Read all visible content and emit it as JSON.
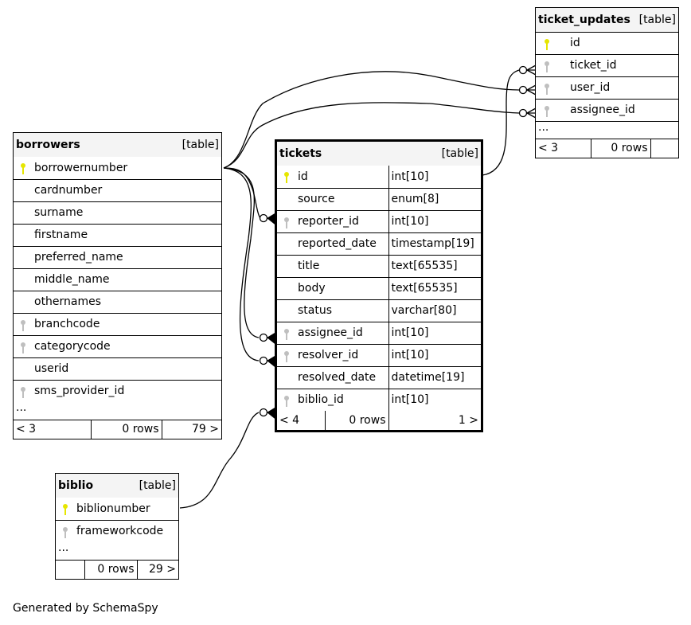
{
  "footer": "Generated by SchemaSpy",
  "colors": {
    "pk_key": "#e6e600",
    "fk_key": "#bfbfbf",
    "header_bg": "#f4f4f4"
  },
  "tables": {
    "ticket_updates": {
      "name": "ticket_updates",
      "kind": "[table]",
      "columns": [
        {
          "name": "id",
          "key": "primary-key"
        },
        {
          "name": "ticket_id",
          "key": "foreign-key"
        },
        {
          "name": "user_id",
          "key": "foreign-key"
        },
        {
          "name": "assignee_id",
          "key": "foreign-key"
        }
      ],
      "ellipsis": "...",
      "footer": {
        "parents": "< 3",
        "rows": "0 rows",
        "children": ""
      }
    },
    "borrowers": {
      "name": "borrowers",
      "kind": "[table]",
      "columns": [
        {
          "name": "borrowernumber",
          "key": "primary-key"
        },
        {
          "name": "cardnumber",
          "key": ""
        },
        {
          "name": "surname",
          "key": ""
        },
        {
          "name": "firstname",
          "key": ""
        },
        {
          "name": "preferred_name",
          "key": ""
        },
        {
          "name": "middle_name",
          "key": ""
        },
        {
          "name": "othernames",
          "key": ""
        },
        {
          "name": "branchcode",
          "key": "foreign-key"
        },
        {
          "name": "categorycode",
          "key": "foreign-key"
        },
        {
          "name": "userid",
          "key": ""
        },
        {
          "name": "sms_provider_id",
          "key": "foreign-key"
        }
      ],
      "ellipsis": "...",
      "footer": {
        "parents": "< 3",
        "rows": "0 rows",
        "children": "79 >"
      }
    },
    "tickets": {
      "name": "tickets",
      "kind": "[table]",
      "columns": [
        {
          "name": "id",
          "type": "int[10]",
          "key": "primary-key"
        },
        {
          "name": "source",
          "type": "enum[8]",
          "key": ""
        },
        {
          "name": "reporter_id",
          "type": "int[10]",
          "key": "foreign-key"
        },
        {
          "name": "reported_date",
          "type": "timestamp[19]",
          "key": ""
        },
        {
          "name": "title",
          "type": "text[65535]",
          "key": ""
        },
        {
          "name": "body",
          "type": "text[65535]",
          "key": ""
        },
        {
          "name": "status",
          "type": "varchar[80]",
          "key": ""
        },
        {
          "name": "assignee_id",
          "type": "int[10]",
          "key": "foreign-key"
        },
        {
          "name": "resolver_id",
          "type": "int[10]",
          "key": "foreign-key"
        },
        {
          "name": "resolved_date",
          "type": "datetime[19]",
          "key": ""
        },
        {
          "name": "biblio_id",
          "type": "int[10]",
          "key": "foreign-key"
        }
      ],
      "footer": {
        "parents": "< 4",
        "rows": "0 rows",
        "children": "1 >"
      }
    },
    "biblio": {
      "name": "biblio",
      "kind": "[table]",
      "columns": [
        {
          "name": "biblionumber",
          "key": "primary-key"
        },
        {
          "name": "frameworkcode",
          "key": "foreign-key"
        }
      ],
      "ellipsis": "...",
      "footer": {
        "parents": "",
        "rows": "0 rows",
        "children": "29 >"
      }
    }
  },
  "relationships": [
    {
      "from": "tickets.reporter_id",
      "to": "borrowers.borrowernumber"
    },
    {
      "from": "tickets.assignee_id",
      "to": "borrowers.borrowernumber"
    },
    {
      "from": "tickets.resolver_id",
      "to": "borrowers.borrowernumber"
    },
    {
      "from": "tickets.biblio_id",
      "to": "biblio.biblionumber"
    },
    {
      "from": "ticket_updates.ticket_id",
      "to": "tickets.id"
    },
    {
      "from": "ticket_updates.user_id",
      "to": "borrowers.borrowernumber"
    },
    {
      "from": "ticket_updates.assignee_id",
      "to": "borrowers.borrowernumber"
    }
  ]
}
